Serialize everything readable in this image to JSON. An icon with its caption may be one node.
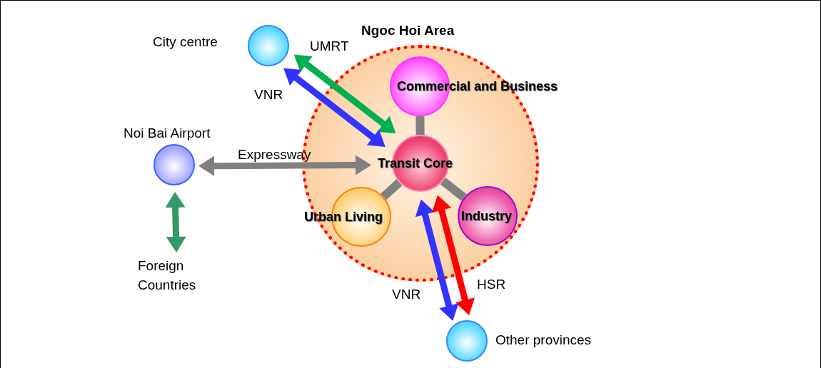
{
  "diagram": {
    "nodes": [
      {
        "text": [
          "Ngoc Hoi Area"
        ]
      },
      {
        "text": [
          "Commercial and Business"
        ],
        "in": 0
      },
      {
        "text": [
          "Transit Core"
        ],
        "in": 0
      },
      {
        "text": [
          "Urban Living"
        ],
        "in": 0
      },
      {
        "text": [
          "Industry"
        ],
        "in": 0
      },
      {
        "text": [],
        "shape": "circle",
        "beside": [
          "City centre"
        ]
      },
      {
        "text": [],
        "shape": "circle",
        "beside": [
          "Noi Bai Airport"
        ]
      },
      {
        "text": [
          "Foreign Countries"
        ]
      },
      {
        "text": [],
        "shape": "circle",
        "beside": [
          "Other provinces"
        ]
      }
    ],
    "edges": [
      {
        "from": 5,
        "to": 2,
        "arrow": "both",
        "label": "UMRT",
        "color": "#00b050"
      },
      {
        "from": 5,
        "to": 2,
        "arrow": "both",
        "label": "VNR",
        "color": "#3333ff"
      },
      {
        "from": 6,
        "to": 2,
        "arrow": "both",
        "label": "Expressway"
      },
      {
        "from": 6,
        "to": 7,
        "arrow": "both",
        "color": "#339966"
      },
      {
        "from": 2,
        "to": 8,
        "arrow": "both",
        "label": "VNR",
        "color": "#3333ff"
      },
      {
        "from": 2,
        "to": 8,
        "arrow": "both",
        "label": "HSR",
        "color": "#ff0000"
      },
      {
        "from": 2,
        "to": 1,
        "arrow": "none"
      },
      {
        "from": 2,
        "to": 3,
        "arrow": "none"
      },
      {
        "from": 2,
        "to": 4,
        "arrow": "none"
      }
    ]
  }
}
